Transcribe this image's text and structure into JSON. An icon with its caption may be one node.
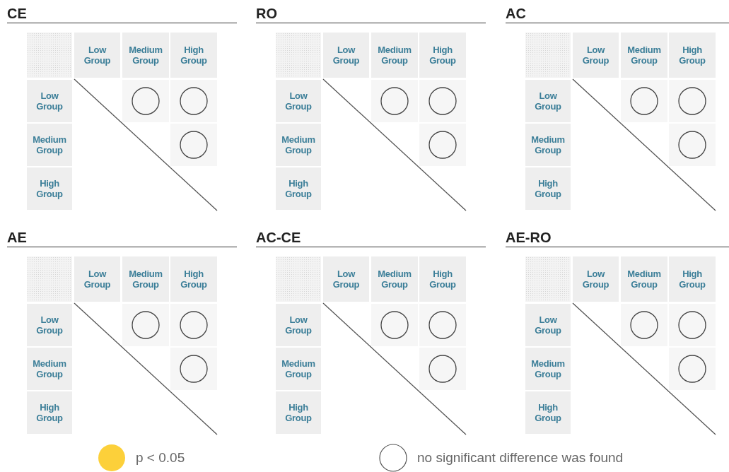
{
  "diagram": {
    "nodes": [
      {
        "text": [
          "CE"
        ]
      },
      {
        "text": [
          "Low Group"
        ],
        "in": 0
      },
      {
        "text": [
          "Medium Group"
        ],
        "in": 0
      },
      {
        "text": [
          "High Group"
        ],
        "in": 0
      },
      {
        "text": [
          "Low Group"
        ],
        "in": 0
      },
      {
        "text": [
          "Medium Group"
        ],
        "in": 0
      },
      {
        "text": [
          "High Group"
        ],
        "in": 0
      },
      {
        "text": [],
        "shape": "circle",
        "in": 0
      },
      {
        "text": [],
        "shape": "circle",
        "in": 0
      },
      {
        "text": [],
        "shape": "circle",
        "in": 0
      },
      {
        "text": [
          "RO"
        ]
      },
      {
        "text": [
          "Low Group"
        ],
        "in": 10
      },
      {
        "text": [
          "Medium Group"
        ],
        "in": 10
      },
      {
        "text": [
          "High Group"
        ],
        "in": 10
      },
      {
        "text": [
          "Low Group"
        ],
        "in": 10
      },
      {
        "text": [
          "Medium Group"
        ],
        "in": 10
      },
      {
        "text": [
          "High Group"
        ],
        "in": 10
      },
      {
        "text": [],
        "shape": "circle",
        "in": 10
      },
      {
        "text": [],
        "shape": "circle",
        "in": 10
      },
      {
        "text": [],
        "shape": "circle",
        "in": 10
      },
      {
        "text": [
          "AC"
        ]
      },
      {
        "text": [
          "Low Group"
        ],
        "in": 20
      },
      {
        "text": [
          "Medium Group"
        ],
        "in": 20
      },
      {
        "text": [
          "High Group"
        ],
        "in": 20
      },
      {
        "text": [
          "Low Group"
        ],
        "in": 20
      },
      {
        "text": [
          "Medium Group"
        ],
        "in": 20
      },
      {
        "text": [
          "High Group"
        ],
        "in": 20
      },
      {
        "text": [],
        "shape": "circle",
        "in": 20
      },
      {
        "text": [],
        "shape": "circle",
        "in": 20
      },
      {
        "text": [],
        "shape": "circle",
        "in": 20
      },
      {
        "text": [
          "AE"
        ]
      },
      {
        "text": [
          "Low Group"
        ],
        "in": 30
      },
      {
        "text": [
          "Medium Group"
        ],
        "in": 30
      },
      {
        "text": [
          "High Group"
        ],
        "in": 30
      },
      {
        "text": [
          "Low Group"
        ],
        "in": 30
      },
      {
        "text": [
          "Medium Group"
        ],
        "in": 30
      },
      {
        "text": [
          "High Group"
        ],
        "in": 30
      },
      {
        "text": [],
        "shape": "circle",
        "in": 30
      },
      {
        "text": [],
        "shape": "circle",
        "in": 30
      },
      {
        "text": [],
        "shape": "circle",
        "in": 30
      },
      {
        "text": [
          "AC-CE"
        ]
      },
      {
        "text": [
          "Low Group"
        ],
        "in": 40
      },
      {
        "text": [
          "Medium Group"
        ],
        "in": 40
      },
      {
        "text": [
          "High Group"
        ],
        "in": 40
      },
      {
        "text": [
          "Low Group"
        ],
        "in": 40
      },
      {
        "text": [
          "Medium Group"
        ],
        "in": 40
      },
      {
        "text": [
          "High Group"
        ],
        "in": 40
      },
      {
        "text": [],
        "shape": "circle",
        "in": 40
      },
      {
        "text": [],
        "shape": "circle",
        "in": 40
      },
      {
        "text": [],
        "shape": "circle",
        "in": 40
      },
      {
        "text": [
          "AE-RO"
        ]
      },
      {
        "text": [
          "Low Group"
        ],
        "in": 50
      },
      {
        "text": [
          "Medium Group"
        ],
        "in": 50
      },
      {
        "text": [
          "High Group"
        ],
        "in": 50
      },
      {
        "text": [
          "Low Group"
        ],
        "in": 50
      },
      {
        "text": [
          "Medium Group"
        ],
        "in": 50
      },
      {
        "text": [
          "High Group"
        ],
        "in": 50
      },
      {
        "text": [],
        "shape": "circle",
        "in": 50
      },
      {
        "text": [],
        "shape": "circle",
        "in": 50
      },
      {
        "text": [],
        "shape": "circle",
        "in": 50
      }
    ],
    "legend": [
      {
        "text": "p < 0.05",
        "color": "#fcd03a"
      },
      {
        "text": "no significant difference was found"
      }
    ]
  }
}
